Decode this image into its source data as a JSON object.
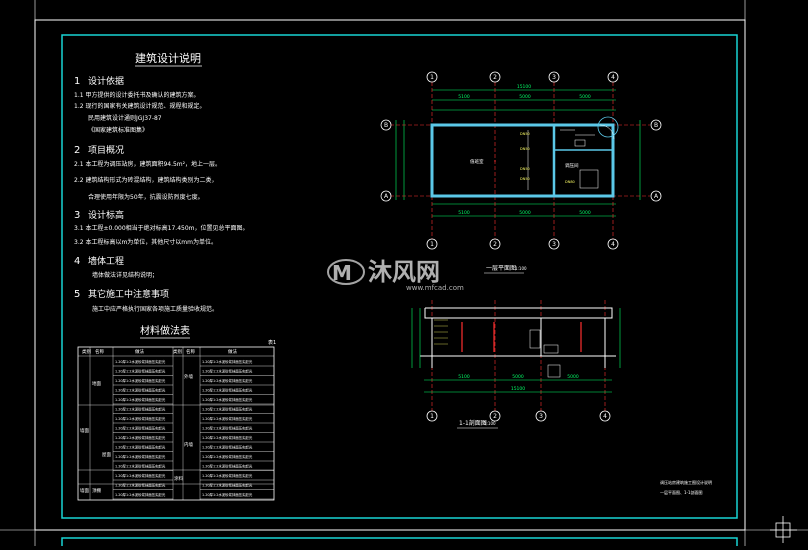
{
  "colors": {
    "frame": "#ffffff",
    "border": "#19d4d4",
    "text": "#ffffff",
    "dim": "#00ff66",
    "axis": "#ff3030",
    "wall": "#5bc8e8",
    "hatch": "#ffff66",
    "watermark": "#cccccc"
  },
  "notes": {
    "title": "建筑设计说明",
    "s1_num": "1",
    "s1_head": "设计依据",
    "s1_1": "1.1  甲方提供的设计委托书及确认的建筑方案。",
    "s1_2": "1.2  现行的国家有关建筑设计规范、规程和规定。",
    "s1_3": "民用建筑设计通则JGJ37-87",
    "s1_4": "《国家建筑标准图集》",
    "s2_num": "2",
    "s2_head": "项目概况",
    "s2_1": "2.1  本工程为调压站房，建筑面积94.5m²，地上一层。",
    "s2_2": "2.2  建筑结构形式为砖混结构，建筑结构类别为二类，",
    "s2_3": "合理使用年限为50年，抗震设防烈度七度。",
    "s3_num": "3",
    "s3_head": "设计标高",
    "s3_1": "3.1  本工程±0.000相当于绝对标高17.450m，位置见总平面图。",
    "s3_2": "3.2  本工程标高以m为单位，其他尺寸以mm为单位。",
    "s4_num": "4",
    "s4_head": "墙体工程",
    "s4_1": "墙体做法详见结构说明；",
    "s5_num": "5",
    "s5_head": "其它施工中注意事项",
    "s5_1": "施工中应严格执行国家各项施工质量验收规范。"
  },
  "materials": {
    "title": "材料做法表",
    "sheet": "表1",
    "h1": "类别",
    "h2": "名称",
    "h3": "做法",
    "h4": "类别",
    "h5": "名称",
    "h6": "做法",
    "cat1": "地面",
    "cat2": "屋面",
    "cat3": "墙面",
    "cat4": "顶棚",
    "cat_outer": "墙面",
    "right_cat1": "外墙",
    "right_cat2": "内墙",
    "right_cat3": "涂料",
    "row_text": "1.20厚1:2水泥砂浆抹面压实赶光"
  },
  "plan": {
    "label": "一层平面图",
    "scale": "1:100",
    "axes_top": [
      "1",
      "2",
      "3",
      "4"
    ],
    "axes_side": [
      "A",
      "B"
    ],
    "dim_total": "15100",
    "dim_a": "5100",
    "dim_b": "5000",
    "dim_c": "5000",
    "room1": "值班室",
    "room2": "调压间"
  },
  "section": {
    "label": "1-1剖面图",
    "scale": "1:100",
    "dim_total": "15100",
    "dim_a": "5100",
    "dim_b": "5000",
    "dim_c": "5000",
    "axes": [
      "1",
      "2",
      "3",
      "4"
    ]
  },
  "title_block": {
    "line1": "调压站房建筑施工图设计说明",
    "line2": "一层平面图、1-1剖面图"
  },
  "watermark": {
    "brand": "沐风网",
    "url": "www.mfcad.com"
  }
}
